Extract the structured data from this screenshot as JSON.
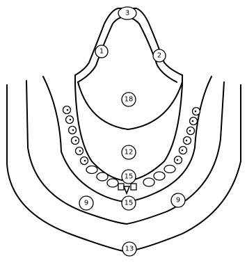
{
  "labels": {
    "l3": "3",
    "l1": "1",
    "l2": "2",
    "l18": "18",
    "l12": "12",
    "l15a": "15",
    "l15b": "15",
    "l9a": "9",
    "l9b": "9",
    "l13": "13"
  }
}
